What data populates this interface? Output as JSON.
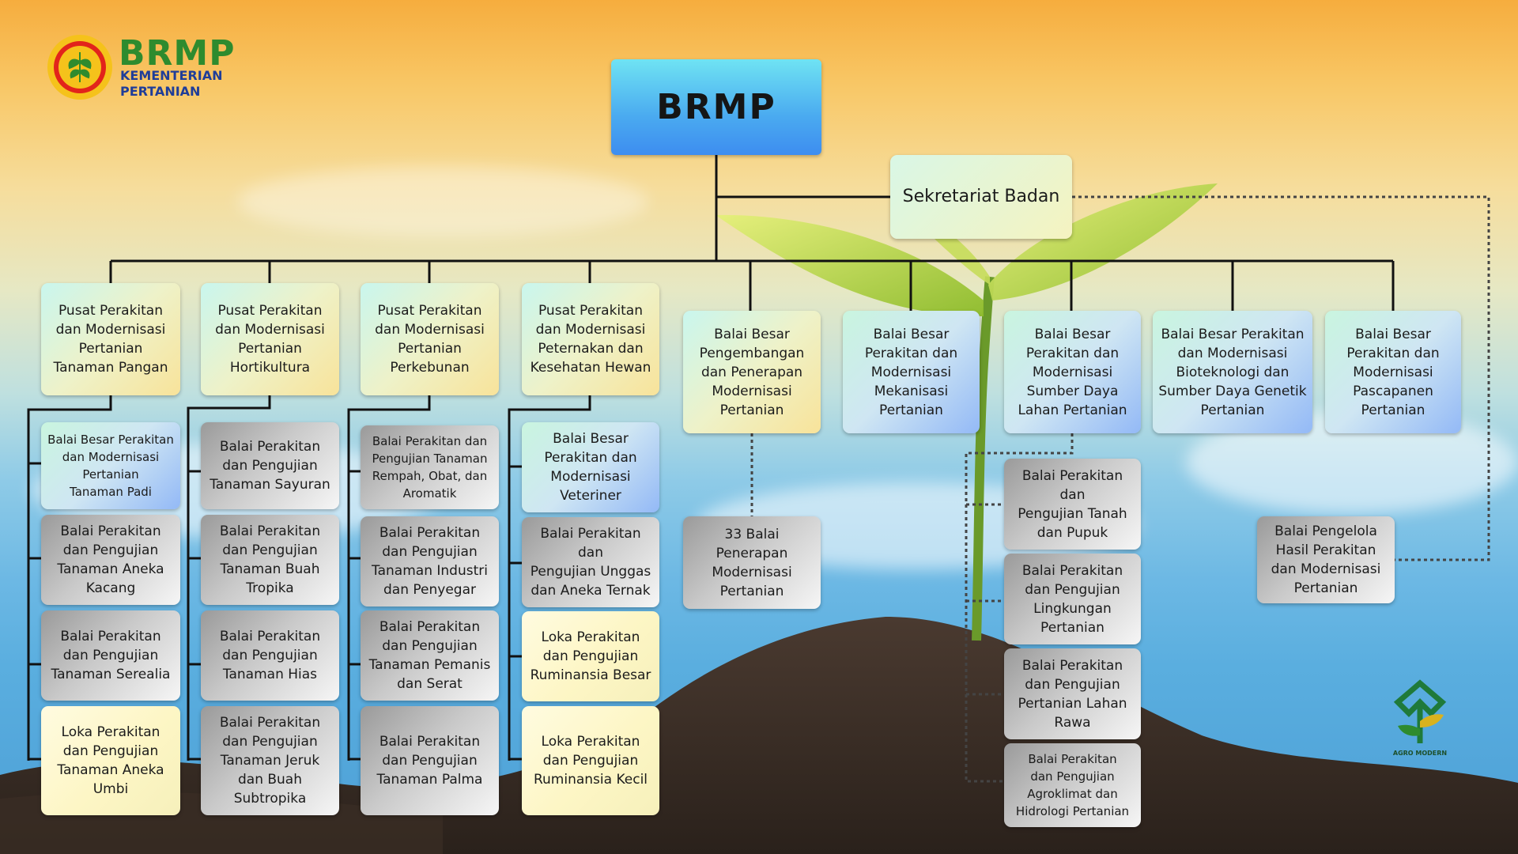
{
  "logo": {
    "brand": "BRMP",
    "subtitle_line1": "KEMENTERIAN",
    "subtitle_line2": "PERTANIAN",
    "colors": {
      "brand": "#2e8b2e",
      "subtitle": "#1f3d99",
      "emblem_ring": "#e2241b",
      "emblem_fill": "#f5c21b"
    }
  },
  "agro_modern": {
    "text": "AGRO MODERN"
  },
  "root": {
    "label": "BRMP"
  },
  "secretariat": {
    "label": "Sekretariat Badan"
  },
  "pusat": [
    {
      "label": "Pusat Perakitan\ndan Modernisasi\nPertanian\nTanaman Pangan"
    },
    {
      "label": "Pusat Perakitan\ndan Modernisasi\nPertanian\nHortikultura"
    },
    {
      "label": "Pusat Perakitan\ndan Modernisasi\nPertanian\nPerkebunan"
    },
    {
      "label": "Pusat Perakitan\ndan Modernisasi\nPeternakan dan\nKesehatan Hewan"
    }
  ],
  "pusat_units": [
    [
      {
        "label": "Balai Besar Perakitan\ndan Modernisasi\nPertanian\nTanaman Padi"
      },
      {
        "label": "Balai Perakitan\ndan Pengujian\nTanaman Aneka\nKacang"
      },
      {
        "label": "Balai Perakitan\ndan Pengujian\nTanaman Serealia"
      },
      {
        "label": "Loka Perakitan\ndan Pengujian\nTanaman Aneka\nUmbi"
      }
    ],
    [
      {
        "label": "Balai Perakitan\ndan Pengujian\nTanaman Sayuran"
      },
      {
        "label": "Balai Perakitan\ndan Pengujian\nTanaman Buah\nTropika"
      },
      {
        "label": "Balai Perakitan\ndan Pengujian\nTanaman Hias"
      },
      {
        "label": "Balai Perakitan\ndan Pengujian\nTanaman Jeruk\ndan Buah\nSubtropika"
      }
    ],
    [
      {
        "label": "Balai Perakitan dan\nPengujian Tanaman\nRempah, Obat, dan\nAromatik"
      },
      {
        "label": "Balai Perakitan\ndan Pengujian\nTanaman Industri\ndan Penyegar"
      },
      {
        "label": "Balai Perakitan\ndan Pengujian\nTanaman Pemanis\ndan Serat"
      },
      {
        "label": "Balai Perakitan\ndan Pengujian\nTanaman Palma"
      }
    ],
    [
      {
        "label": "Balai Besar\nPerakitan dan\nModernisasi\nVeteriner"
      },
      {
        "label": "Balai Perakitan dan\nPengujian Unggas\ndan Aneka Ternak"
      },
      {
        "label": "Loka Perakitan\ndan Pengujian\nRuminansia Besar"
      },
      {
        "label": "Loka Perakitan\ndan Pengujian\nRuminansia Kecil"
      }
    ]
  ],
  "balai_besar": [
    {
      "label": "Balai Besar\nPengembangan\ndan Penerapan\nModernisasi\nPertanian"
    },
    {
      "label": "Balai Besar\nPerakitan dan\nModernisasi\nMekanisasi\nPertanian"
    },
    {
      "label": "Balai Besar\nPerakitan dan\nModernisasi\nSumber Daya\nLahan Pertanian"
    },
    {
      "label": "Balai Besar Perakitan\ndan Modernisasi\nBioteknologi dan\nSumber Daya Genetik\nPertanian"
    },
    {
      "label": "Balai Besar\nPerakitan dan\nModernisasi\nPascapanen\nPertanian"
    }
  ],
  "penerapan_child": {
    "label": "33 Balai\nPenerapan\nModernisasi\nPertanian"
  },
  "lahan_children": [
    {
      "label": "Balai Perakitan dan\nPengujian Tanah\ndan Pupuk"
    },
    {
      "label": "Balai Perakitan\ndan Pengujian\nLingkungan\nPertanian"
    },
    {
      "label": "Balai Perakitan\ndan Pengujian\nPertanian Lahan\nRawa"
    },
    {
      "label": "Balai Perakitan\ndan Pengujian\nAgroklimat dan\nHidrologi Pertanian"
    }
  ],
  "secretariat_child": {
    "label": "Balai Pengelola\nHasil Perakitan\ndan Modernisasi\nPertanian"
  }
}
